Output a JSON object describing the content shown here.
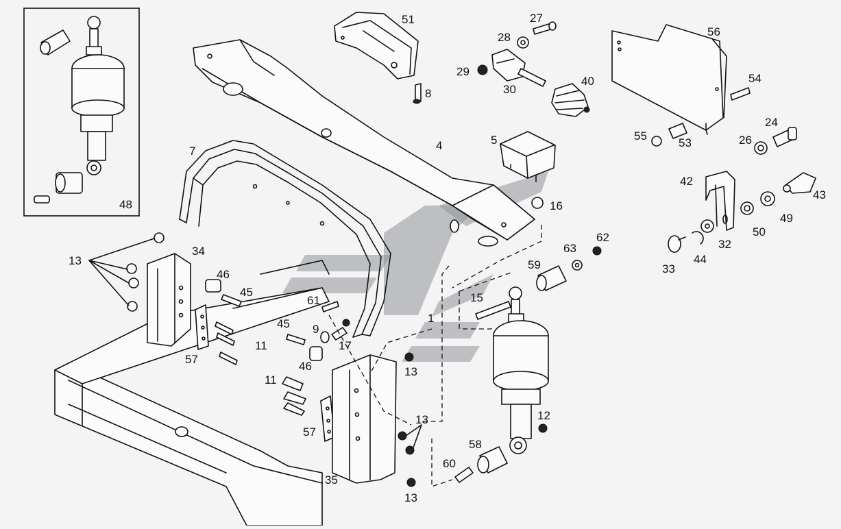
{
  "diagram": {
    "callouts": {
      "c48": "48",
      "c51": "51",
      "c8": "8",
      "c27": "27",
      "c28": "28",
      "c29": "29",
      "c30": "30",
      "c40": "40",
      "c56": "56",
      "c54": "54",
      "c55": "55",
      "c53": "53",
      "c24": "24",
      "c26": "26",
      "c42": "42",
      "c43": "43",
      "c49": "49",
      "c50": "50",
      "c32": "32",
      "c44": "44",
      "c33": "33",
      "c4": "4",
      "c5": "5",
      "c16": "16",
      "c7": "7",
      "c62": "62",
      "c63": "63",
      "c59": "59",
      "c15": "15",
      "c13a": "13",
      "c34": "34",
      "c46a": "46",
      "c45a": "45",
      "c61": "61",
      "c9": "9",
      "c17": "17",
      "c45b": "45",
      "c11a": "11",
      "c57a": "57",
      "c46b": "46",
      "c1": "1",
      "c13b": "13",
      "c11b": "11",
      "c57b": "57",
      "c13c": "13",
      "c12": "12",
      "c58": "58",
      "c60": "60",
      "c35": "35",
      "c13d": "13"
    }
  }
}
